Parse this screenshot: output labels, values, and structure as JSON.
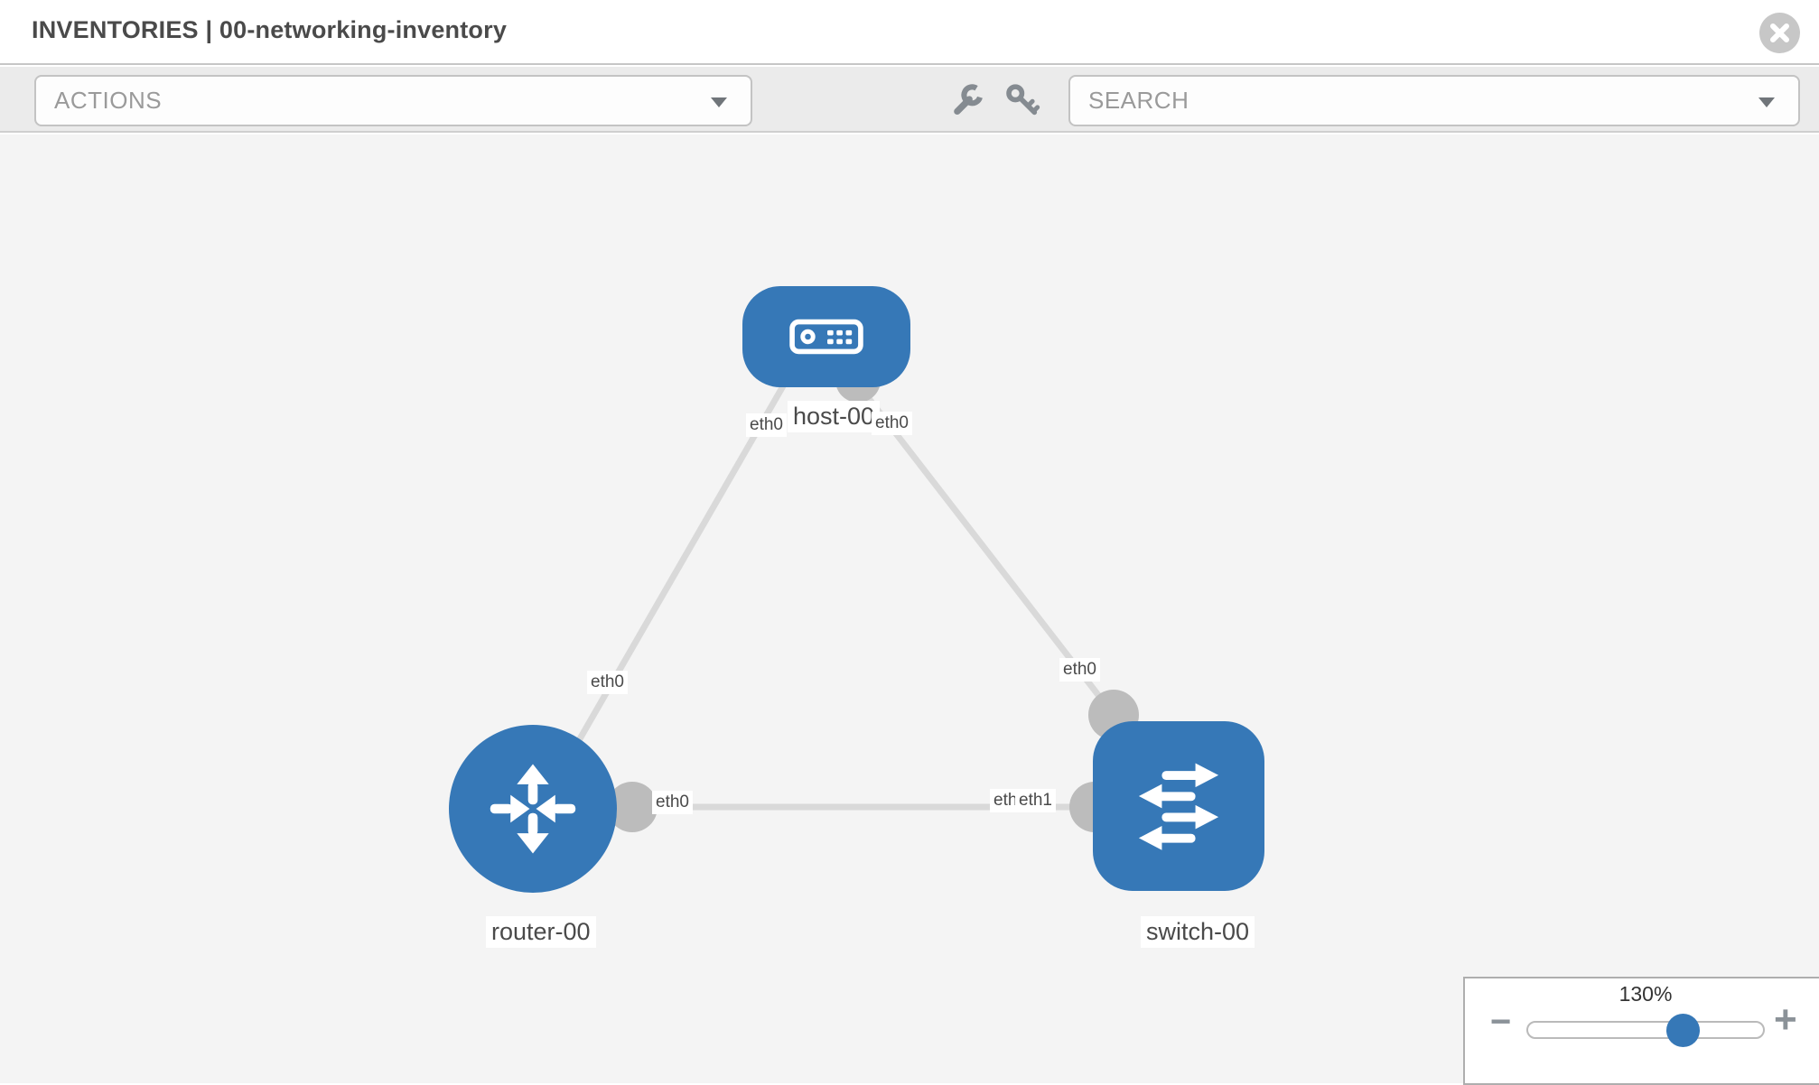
{
  "header": {
    "title": "INVENTORIES | 00-networking-inventory",
    "close_icon": "close-icon"
  },
  "toolbar": {
    "actions": {
      "label": "ACTIONS"
    },
    "search": {
      "label": "SEARCH"
    },
    "icons": [
      "wrench-icon",
      "key-icon"
    ]
  },
  "topology": {
    "nodes": [
      {
        "name": "host-00",
        "type": "host"
      },
      {
        "name": "router-00",
        "type": "router"
      },
      {
        "name": "switch-00",
        "type": "switch"
      }
    ],
    "links": [
      {
        "from": "host-00",
        "from_iface": "eth0",
        "to": "router-00",
        "to_iface": "eth0"
      },
      {
        "from": "host-00",
        "from_iface": "eth0",
        "to": "switch-00",
        "to_iface": "eth0"
      },
      {
        "from": "router-00",
        "from_iface": "eth0",
        "to": "switch-00",
        "to_iface": "eth1"
      }
    ],
    "overlap_back_label": "eth0"
  },
  "zoom_control": {
    "level": "130%",
    "minus": "−",
    "plus": "+"
  },
  "colors": {
    "node_blue": "#3678b7",
    "edge": "#d9d9d9",
    "endpoint": "#bcbcbc",
    "toolbar_bg": "#ebebeb",
    "canvas_bg": "#f4f4f4",
    "chip_text": "#4a4a4a",
    "icon_gray": "#858b91"
  }
}
